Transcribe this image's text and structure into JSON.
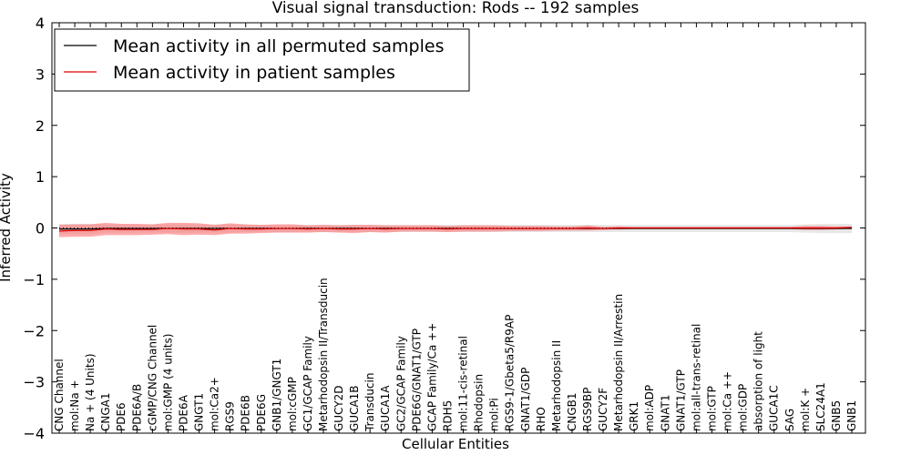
{
  "chart_data": {
    "type": "line",
    "title": "Visual signal transduction: Rods -- 192 samples",
    "xlabel": "Cellular Entities",
    "ylabel": "Inferred Activity",
    "ylim": [
      -4,
      4
    ],
    "yticks": [
      -4,
      -3,
      -2,
      -1,
      0,
      1,
      2,
      3,
      4
    ],
    "legend_position": "upper-left",
    "grid": false,
    "categories": [
      "CNG Channel",
      "mol:Na +",
      "Na + (4 Units)",
      "CNGA1",
      "PDE6",
      "PDE6A/B",
      "cGMP/CNG Channel",
      "mol:GMP (4 units)",
      "PDE6A",
      "GNGT1",
      "mol:Ca2+",
      "RGS9",
      "PDE6B",
      "PDE6G",
      "GNB1/GNGT1",
      "mol:cGMP",
      "GC1/GCAP Family",
      "Metarhodopsin II/Transducin",
      "GUCY2D",
      "GUCA1B",
      "Transducin",
      "GUCA1A",
      "GC2/GCAP Family",
      "PDE6G/GNAT1/GTP",
      "GCAP Family/Ca ++",
      "RDH5",
      "mol:11-cis-retinal",
      "Rhodopsin",
      "mol:Pi",
      "RGS9-1/Gbeta5/R9AP",
      "GNAT1/GDP",
      "RHO",
      "Metarhodopsin II",
      "CNGB1",
      "RGS9BP",
      "GUCY2F",
      "Metarhodopsin II/Arrestin",
      "GRK1",
      "mol:ADP",
      "GNAT1",
      "GNAT1/GTP",
      "mol:all-trans-retinal",
      "mol:GTP",
      "mol:Ca ++",
      "mol:GDP",
      "absorption of light",
      "GUCA1C",
      "SAG",
      "mol:K +",
      "SLC24A1",
      "GNB5",
      "GNB1"
    ],
    "series": [
      {
        "name": "Mean activity in all permuted samples",
        "color": "#000000",
        "band_color": "#bbbbbb",
        "values": [
          -0.02,
          -0.02,
          -0.02,
          -0.01,
          -0.01,
          -0.01,
          -0.01,
          -0.01,
          -0.01,
          -0.01,
          -0.01,
          -0.01,
          -0.01,
          -0.01,
          -0.01,
          -0.01,
          -0.01,
          -0.01,
          -0.01,
          -0.01,
          -0.01,
          -0.01,
          -0.01,
          -0.01,
          -0.01,
          -0.01,
          -0.01,
          -0.01,
          -0.01,
          -0.01,
          -0.01,
          -0.01,
          -0.01,
          -0.01,
          -0.01,
          -0.01,
          -0.01,
          -0.01,
          -0.01,
          -0.01,
          -0.01,
          -0.01,
          -0.01,
          -0.01,
          -0.01,
          -0.01,
          -0.01,
          -0.01,
          -0.01,
          -0.01,
          -0.01,
          -0.01
        ],
        "band": [
          0.1,
          0.1,
          0.1,
          0.08,
          0.08,
          0.08,
          0.08,
          0.08,
          0.08,
          0.08,
          0.08,
          0.08,
          0.07,
          0.07,
          0.07,
          0.07,
          0.07,
          0.07,
          0.07,
          0.07,
          0.07,
          0.07,
          0.07,
          0.07,
          0.07,
          0.07,
          0.07,
          0.07,
          0.07,
          0.07,
          0.07,
          0.07,
          0.07,
          0.07,
          0.07,
          0.07,
          0.07,
          0.07,
          0.07,
          0.07,
          0.07,
          0.07,
          0.07,
          0.07,
          0.07,
          0.07,
          0.07,
          0.07,
          0.08,
          0.09,
          0.09,
          0.09
        ]
      },
      {
        "name": "Mean activity in patient samples",
        "color": "#dd0000",
        "band_color": "#ff6666",
        "values": [
          -0.06,
          -0.05,
          -0.05,
          -0.02,
          -0.03,
          -0.03,
          -0.03,
          -0.01,
          -0.02,
          -0.02,
          -0.04,
          -0.01,
          -0.02,
          -0.02,
          -0.01,
          -0.01,
          -0.02,
          -0.01,
          -0.02,
          -0.02,
          -0.01,
          -0.02,
          -0.01,
          -0.01,
          -0.01,
          -0.02,
          -0.01,
          -0.01,
          -0.01,
          -0.01,
          -0.01,
          -0.01,
          -0.01,
          -0.01,
          0.0,
          -0.01,
          0.0,
          0.0,
          0.0,
          0.0,
          0.0,
          0.0,
          0.0,
          0.0,
          0.0,
          0.0,
          0.0,
          0.0,
          0.0,
          0.0,
          0.0,
          0.01
        ],
        "band": [
          0.12,
          0.12,
          0.12,
          0.12,
          0.11,
          0.11,
          0.1,
          0.11,
          0.12,
          0.11,
          0.1,
          0.1,
          0.09,
          0.08,
          0.08,
          0.08,
          0.07,
          0.07,
          0.07,
          0.08,
          0.07,
          0.07,
          0.06,
          0.06,
          0.06,
          0.06,
          0.06,
          0.06,
          0.06,
          0.05,
          0.05,
          0.05,
          0.04,
          0.04,
          0.05,
          0.03,
          0.03,
          0.02,
          0.02,
          0.02,
          0.02,
          0.02,
          0.02,
          0.02,
          0.02,
          0.02,
          0.02,
          0.02,
          0.04,
          0.04,
          0.03,
          0.02
        ]
      }
    ]
  }
}
